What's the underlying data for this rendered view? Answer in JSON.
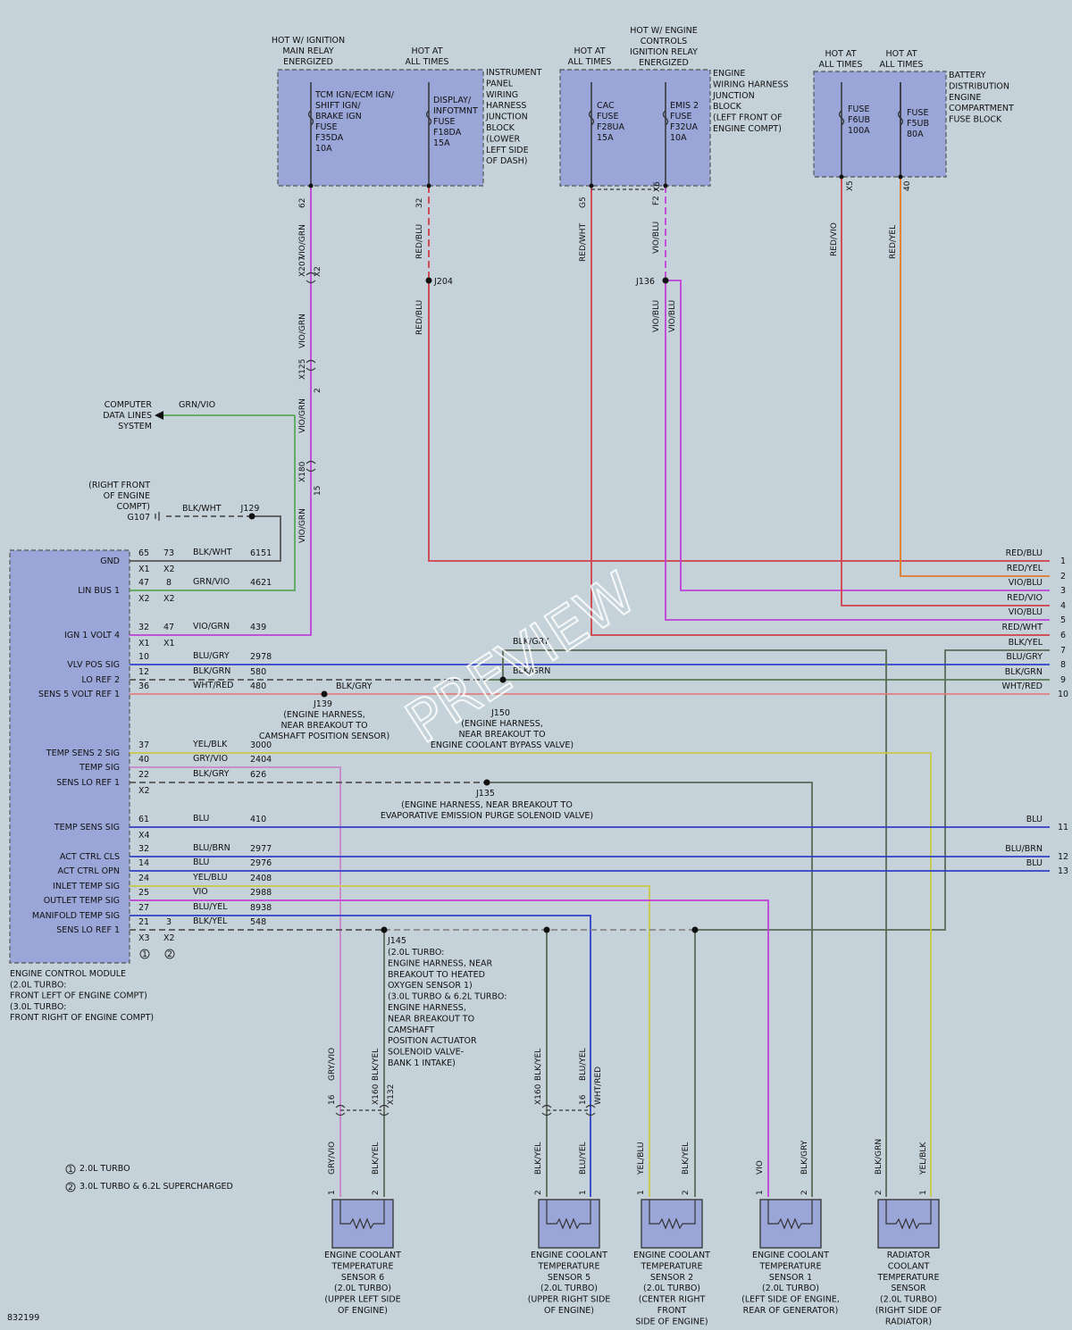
{
  "figure_id": "832199",
  "watermark": "PREVIEW",
  "power": {
    "ign_relay": "HOT W/ IGNITION\nMAIN RELAY\nENERGIZED",
    "hot_all_times": "HOT AT\nALL TIMES",
    "eng_relay": "HOT W/ ENGINE\nCONTROLS\nIGNITION RELAY\nENERGIZED"
  },
  "blocks": {
    "ipjb": "INSTRUMENT\nPANEL\nWIRING\nHARNESS\nJUNCTION\nBLOCK\n(LOWER\nLEFT SIDE\nOF DASH)",
    "ewjb": "ENGINE\nWIRING HARNESS\nJUNCTION\nBLOCK\n(LEFT FRONT OF\nENGINE COMPT)",
    "bdb": "BATTERY\nDISTRIBUTION\nENGINE\nCOMPARTMENT\nFUSE BLOCK"
  },
  "fuses": {
    "f35": "TCM IGN/ECM IGN/\nSHIFT IGN/\nBRAKE IGN\nFUSE\nF35DA\n10A",
    "f18": "DISPLAY/\nINFOTMNT\nFUSE\nF18DA\n15A",
    "f28": "CAC\nFUSE\nF28UA\n15A",
    "f32": "EMIS 2\nFUSE\nF32UA\n10A",
    "f6": "FUSE\nF6UB\n100A",
    "f5": "FUSE\nF5UB\n80A"
  },
  "ecm": {
    "pins": [
      "GND",
      "LIN BUS 1",
      "IGN 1 VOLT 4",
      "VLV POS SIG",
      "LO REF 2",
      "SENS 5 VOLT REF 1",
      "TEMP SENS 2 SIG",
      "TEMP SIG",
      "SENS LO REF 1",
      "TEMP SENS SIG",
      "ACT CTRL CLS",
      "ACT CTRL OPN",
      "INLET TEMP SIG",
      "OUTLET TEMP SIG",
      "MANIFOLD TEMP SIG",
      "SENS LO REF 1"
    ],
    "label": "ENGINE CONTROL MODULE\n(2.0L TURBO:\nFRONT LEFT OF ENGINE COMPT)\n(3.0L TURBO:\nFRONT RIGHT OF ENGINE COMPT)"
  },
  "rows": [
    {
      "p1": "65",
      "p2": "73",
      "color": "BLK/WHT",
      "circuit": "6151",
      "c1": "X1",
      "c2": "X2"
    },
    {
      "p1": "47",
      "p2": "8",
      "color": "GRN/VIO",
      "circuit": "4621",
      "c1": "X2",
      "c2": "X2"
    },
    {
      "p1": "32",
      "p2": "47",
      "color": "VIO/GRN",
      "circuit": "439",
      "c1": "X1",
      "c2": "X1"
    },
    {
      "p1": "10",
      "p2": "",
      "color": "BLU/GRY",
      "circuit": "2978",
      "c1": "",
      "c2": ""
    },
    {
      "p1": "12",
      "p2": "",
      "color": "BLK/GRN",
      "circuit": "580",
      "c1": "",
      "c2": ""
    },
    {
      "p1": "36",
      "p2": "",
      "color": "WHT/RED",
      "circuit": "480",
      "c1": "",
      "c2": ""
    },
    {
      "p1": "37",
      "p2": "",
      "color": "YEL/BLK",
      "circuit": "3000",
      "c1": "",
      "c2": ""
    },
    {
      "p1": "40",
      "p2": "",
      "color": "GRY/VIO",
      "circuit": "2404",
      "c1": "",
      "c2": ""
    },
    {
      "p1": "22",
      "p2": "",
      "color": "BLK/GRY",
      "circuit": "626",
      "c1": "X2",
      "c2": ""
    },
    {
      "p1": "61",
      "p2": "",
      "color": "BLU",
      "circuit": "410",
      "c1": "X4",
      "c2": ""
    },
    {
      "p1": "32",
      "p2": "",
      "color": "BLU/BRN",
      "circuit": "2977",
      "c1": "",
      "c2": ""
    },
    {
      "p1": "14",
      "p2": "",
      "color": "BLU",
      "circuit": "2976",
      "c1": "",
      "c2": ""
    },
    {
      "p1": "24",
      "p2": "",
      "color": "YEL/BLU",
      "circuit": "2408",
      "c1": "",
      "c2": ""
    },
    {
      "p1": "25",
      "p2": "",
      "color": "VIO",
      "circuit": "2988",
      "c1": "",
      "c2": ""
    },
    {
      "p1": "27",
      "p2": "",
      "color": "BLU/YEL",
      "circuit": "8938",
      "c1": "",
      "c2": ""
    },
    {
      "p1": "21",
      "p2": "3",
      "color": "BLK/YEL",
      "circuit": "548",
      "c1": "X3",
      "c2": "X2"
    }
  ],
  "right_wires": [
    {
      "label": "RED/BLU",
      "num": "1"
    },
    {
      "label": "RED/YEL",
      "num": "2"
    },
    {
      "label": "VIO/BLU",
      "num": "3"
    },
    {
      "label": "RED/VIO",
      "num": "4"
    },
    {
      "label": "VIO/BLU",
      "num": "5"
    },
    {
      "label": "RED/WHT",
      "num": "6"
    },
    {
      "label": "BLK/YEL",
      "num": "7"
    },
    {
      "label": "BLU/GRY",
      "num": "8"
    },
    {
      "label": "BLK/GRN",
      "num": "9"
    },
    {
      "label": "WHT/RED",
      "num": "10"
    },
    {
      "label": "BLU",
      "num": "11"
    },
    {
      "label": "BLU/BRN",
      "num": "12"
    },
    {
      "label": "BLU",
      "num": "13"
    }
  ],
  "splices": {
    "j139": "J139",
    "j139_note": "(ENGINE HARNESS,\nNEAR BREAKOUT TO\nCAMSHAFT POSITION SENSOR)",
    "j150": "J150",
    "j150_note": "(ENGINE HARNESS,\nNEAR BREAKOUT TO\nENGINE COOLANT BYPASS VALVE)",
    "j135": "J135",
    "j135_note": "(ENGINE HARNESS, NEAR BREAKOUT TO\nEVAPORATIVE EMISSION PURGE SOLENOID VALVE)",
    "j145": "J145",
    "j145_note": "(2.0L TURBO:\nENGINE HARNESS, NEAR\nBREAKOUT TO HEATED\nOXYGEN SENSOR 1)\n(3.0L TURBO & 6.2L TURBO:\nENGINE HARNESS,\nNEAR BREAKOUT TO\nCAMSHAFT\nPOSITION ACTUATOR\nSOLENOID VALVE-\nBANK 1 INTAKE)",
    "j204": "J204",
    "j136": "J136",
    "j129": "J129",
    "g107": "G107",
    "g107_note": "(RIGHT FRONT\nOF ENGINE\nCOMPT)"
  },
  "computer": "COMPUTER\nDATA LINES\nSYSTEM",
  "sensors": [
    {
      "label": "ENGINE COOLANT\nTEMPERATURE\nSENSOR 6\n(2.0L TURBO)\n(UPPER LEFT SIDE\nOF ENGINE)"
    },
    {
      "label": "ENGINE COOLANT\nTEMPERATURE\nSENSOR 5\n(2.0L TURBO)\n(UPPER RIGHT SIDE\nOF ENGINE)"
    },
    {
      "label": "ENGINE COOLANT\nTEMPERATURE\nSENSOR 2\n(2.0L TURBO)\n(CENTER RIGHT\nFRONT\nSIDE OF ENGINE)"
    },
    {
      "label": "ENGINE COOLANT\nTEMPERATURE\nSENSOR 1\n(2.0L TURBO)\n(LEFT SIDE OF ENGINE,\nREAR OF GENERATOR)"
    },
    {
      "label": "RADIATOR\nCOOLANT\nTEMPERATURE\nSENSOR\n(2.0L TURBO)\n(RIGHT SIDE OF\nRADIATOR)"
    }
  ],
  "legend": [
    "2.0L TURBO",
    "3.0L TURBO & 6.2L SUPERCHARGED"
  ],
  "texts": [
    "VIO/GRN",
    "RED/BLU",
    "RED/WHT",
    "VIO/BLU",
    "RED/VIO",
    "RED/YEL",
    "GRN/VIO",
    "BLK/WHT",
    "BLK/GRY",
    "BLK/GRN",
    "GRY/VIO",
    "BLK/YEL",
    "BLU/YEL",
    "YEL/BLU",
    "VIO",
    "BLK/GRN",
    "YEL/BLK",
    "62",
    "32",
    "G5",
    "F2",
    "X6",
    "X5",
    "40",
    "X207",
    "X2",
    "1",
    "X125",
    "2",
    "X180",
    "15",
    "16",
    "X160",
    "X132",
    "WHT/RED",
    "BLK/GRY"
  ],
  "colors": {
    "bg": "#c5d2d9",
    "box": "#9aa6d8",
    "red": "#d0404a",
    "orange": "#e07a2a",
    "violet": "#c040d8",
    "olive": "#6a7a55",
    "darkgrn": "#5a6a58",
    "blue": "#3040c8",
    "yellow": "#c8c848",
    "gray": "#8a8a8a",
    "pink": "#c886c8",
    "ltblue": "#4878c8",
    "green": "#58a858"
  }
}
